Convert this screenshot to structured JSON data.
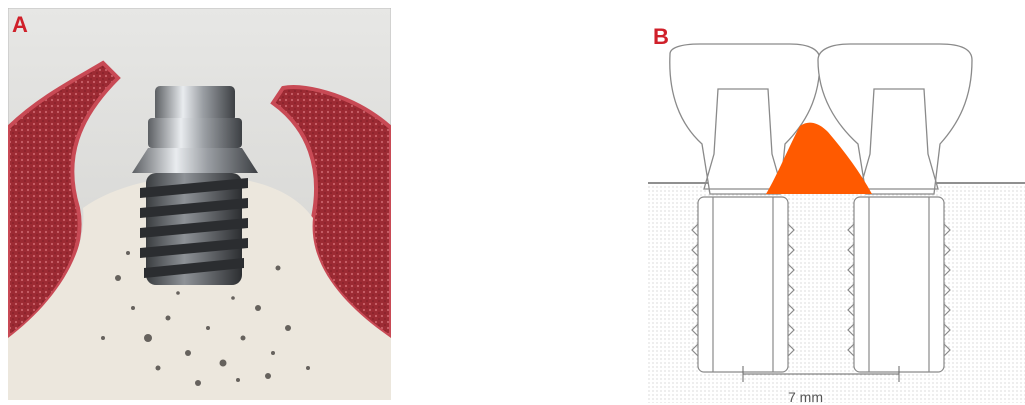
{
  "panel_a": {
    "label": "A"
  },
  "panel_b": {
    "label": "B",
    "dimension_label": "7 mm"
  },
  "colors": {
    "label_red": "#d0202a",
    "gum_red": "#a8303a",
    "bone": "#ebe6dc",
    "background_gray": "#d8d8d6",
    "papilla_orange": "#ff5a00",
    "outline_gray": "#8a8a8a"
  },
  "icons": [
    "dental-implant-in-bone",
    "two-implant-crowns-cross-section"
  ]
}
